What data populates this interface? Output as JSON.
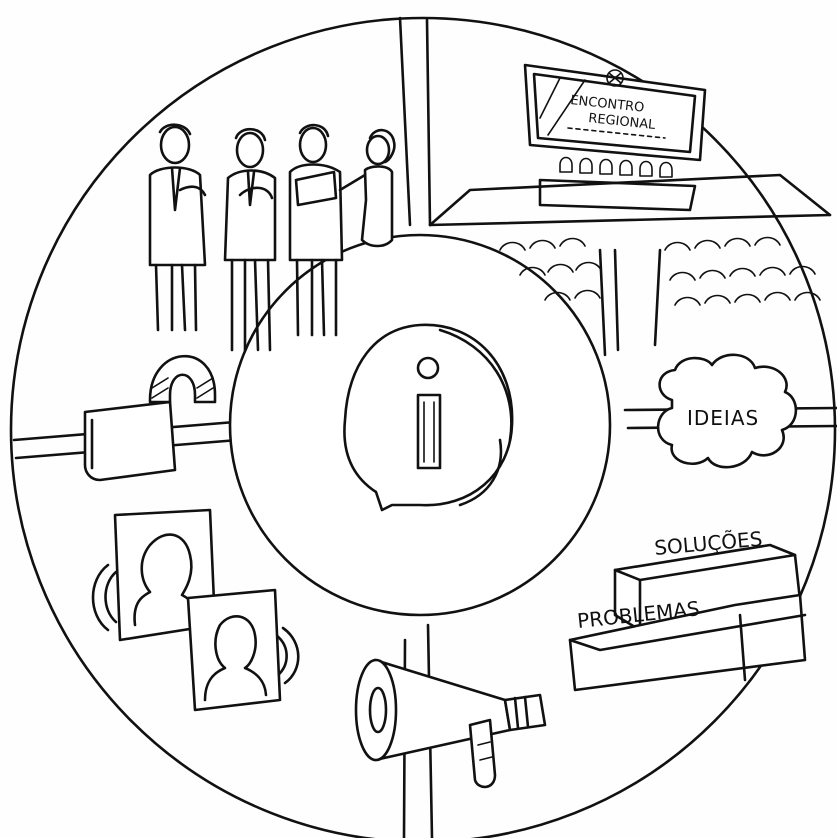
{
  "labels": {
    "screen_line1": "ENCONTRO",
    "screen_line2": "REGIONAL",
    "cloud": "IDEIAS",
    "step_top": "SOLUÇÕES",
    "step_bottom": "PROBLEMAS"
  },
  "center_icon": "info-icon",
  "quadrant_icons": [
    "award-ceremony-icon",
    "conference-auditorium-icon",
    "profiles-icon",
    "ideas-solutions-icon"
  ],
  "center_overlay_icons": [
    "magnet-icon",
    "megaphone-icon"
  ]
}
